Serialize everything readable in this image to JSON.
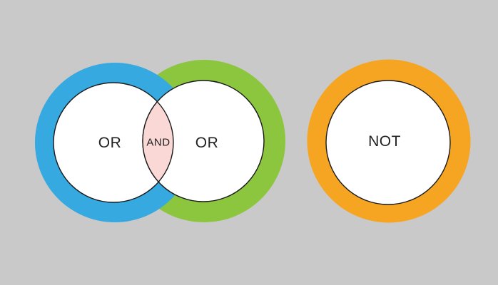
{
  "diagram": {
    "background_color": "#c9c9c9",
    "labels": {
      "left_circle": "OR",
      "intersection": "AND",
      "right_circle": "OR",
      "not_circle": "NOT"
    },
    "colors": {
      "blue_ring": "#36a9e0",
      "green_ring": "#8cc63f",
      "orange_ring": "#f6a522",
      "pink_overlap": "#f9d8d6",
      "inner_circle_fill": "#ffffff",
      "inner_circle_stroke": "#1a1a1a",
      "text": "#222222"
    }
  }
}
